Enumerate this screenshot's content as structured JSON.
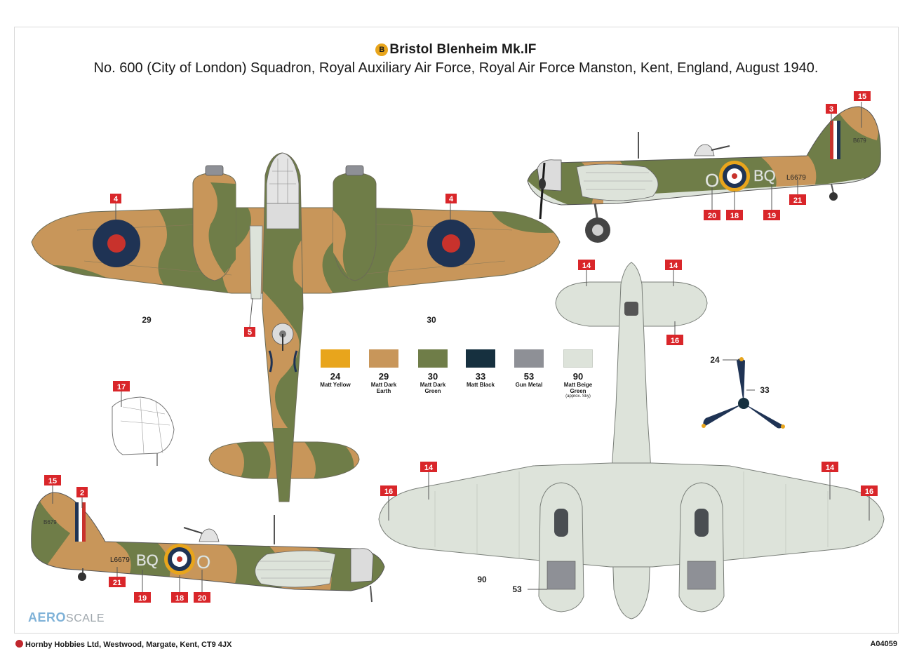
{
  "header": {
    "badge": "B",
    "title": "Bristol Blenheim Mk.IF",
    "subtitle": "No. 600 (City of London) Squadron, Royal Auxiliary Air Force, Royal Air Force Manston, Kent, England, August 1940."
  },
  "paints": [
    {
      "code": "24",
      "name": "Matt Yellow",
      "color": "#e8a51c"
    },
    {
      "code": "29",
      "name": "Matt Dark Earth",
      "color": "#c8965a"
    },
    {
      "code": "30",
      "name": "Matt Dark Green",
      "color": "#6f7d48"
    },
    {
      "code": "33",
      "name": "Matt Black",
      "color": "#16303f"
    },
    {
      "code": "53",
      "name": "Gun Metal",
      "color": "#8e9096"
    },
    {
      "code": "90",
      "name": "Matt Beige Green",
      "note": "(approx. Sky)",
      "color": "#dde3da"
    }
  ],
  "decals": [
    "2",
    "3",
    "4",
    "5",
    "14",
    "15",
    "16",
    "17",
    "18",
    "19",
    "20",
    "21"
  ],
  "callouts": [
    "24",
    "29",
    "30",
    "33",
    "53",
    "90"
  ],
  "aircraft": {
    "code_letters": "BQ",
    "individual_letter": "O",
    "serial": "L6679",
    "fin_serial": "B679"
  },
  "footer": {
    "address": "Hornby Hobbies Ltd, Westwood, Margate, Kent, CT9 4JX",
    "code": "A04059"
  },
  "watermark": {
    "part1": "AERO",
    "part2": "SCALE"
  }
}
